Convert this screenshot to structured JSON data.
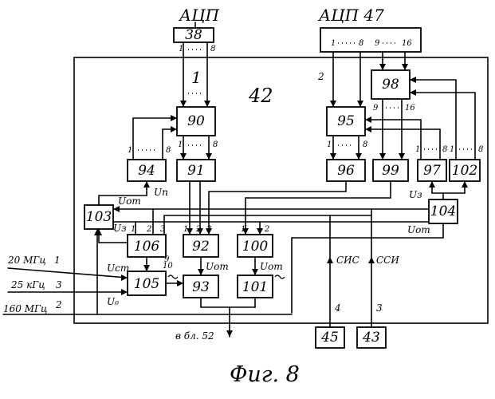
{
  "figure": {
    "caption": "Фиг. 8",
    "unit_label": "42",
    "output_label": "в бл. 52"
  },
  "sources": {
    "adc_title": "АЦП",
    "adc_bus_title": "АЦП 47"
  },
  "blocks": {
    "b38": "38",
    "b90": "90",
    "b91": "91",
    "b92": "92",
    "b93": "93",
    "b94": "94",
    "b95": "95",
    "b96": "96",
    "b97": "97",
    "b98": "98",
    "b99": "99",
    "b100": "100",
    "b101": "101",
    "b102": "102",
    "b103": "103",
    "b104": "104",
    "b105": "105",
    "b106": "106",
    "b45": "45",
    "b43": "43"
  },
  "inputs": {
    "in1": "20 МГц",
    "in1_num": "1",
    "in3": "25 кГц",
    "in3_num": "3",
    "in2": "160 МГц",
    "in2_num": "2"
  },
  "signals": {
    "u_p": "Uп",
    "u_ot": "Uот",
    "u_z": "Uз",
    "u_st": "Uст",
    "u_0": "U₀",
    "sic": "СИС",
    "ssi": "ССИ"
  },
  "pins": {
    "p1": "1",
    "p2": "2",
    "p3": "3",
    "p4": "4",
    "p8": "8",
    "p9": "9",
    "p10": "10",
    "p16": "16",
    "dots": "…"
  },
  "bus_numbers": {
    "bus1": "1",
    "bus2": "2",
    "bus4": "4",
    "bus3": "3"
  }
}
